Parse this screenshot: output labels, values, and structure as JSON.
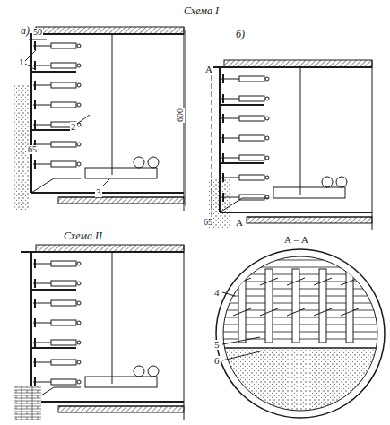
{
  "diagram": {
    "title": "Схема I",
    "labels": [
      "а)",
      "50",
      "1",
      "2",
      "65",
      "600",
      "3",
      "б)",
      "А",
      "65",
      "А",
      "Схема II",
      "А – А",
      "4",
      "5",
      "6"
    ]
  }
}
